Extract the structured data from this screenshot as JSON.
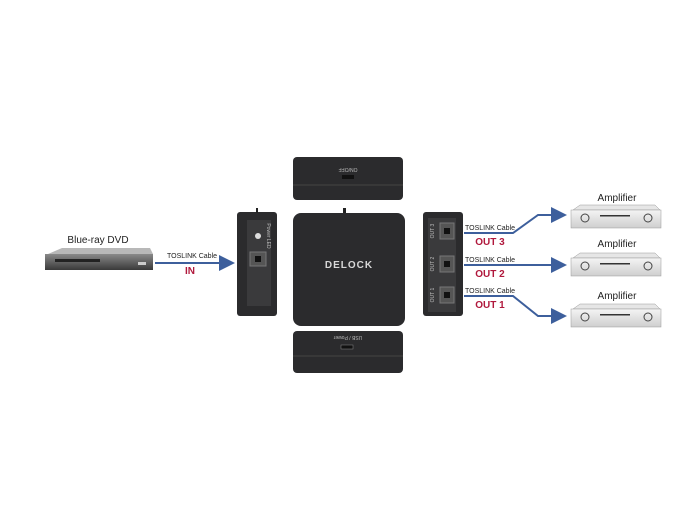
{
  "source": {
    "label": "Blue-ray DVD"
  },
  "input": {
    "cable_label": "TOSLINK Cable",
    "port_label": "IN"
  },
  "device": {
    "brand": "DELOCK",
    "switch_label": "ON/OFF",
    "power_label": "USB / Power",
    "input_side_label": "Power LED"
  },
  "outputs": [
    {
      "cable_label": "TOSLINK Cable",
      "port_label": "OUT 3",
      "target": "Amplifier",
      "port_text": "OUT 3"
    },
    {
      "cable_label": "TOSLINK Cable",
      "port_label": "OUT 2",
      "target": "Amplifier",
      "port_text": "OUT 2"
    },
    {
      "cable_label": "TOSLINK Cable",
      "port_label": "OUT 1",
      "target": "Amplifier",
      "port_text": "OUT 1"
    }
  ],
  "colors": {
    "cable": "#3d5f9c",
    "label_red": "#b0183c",
    "device": "#2b2b2d"
  }
}
